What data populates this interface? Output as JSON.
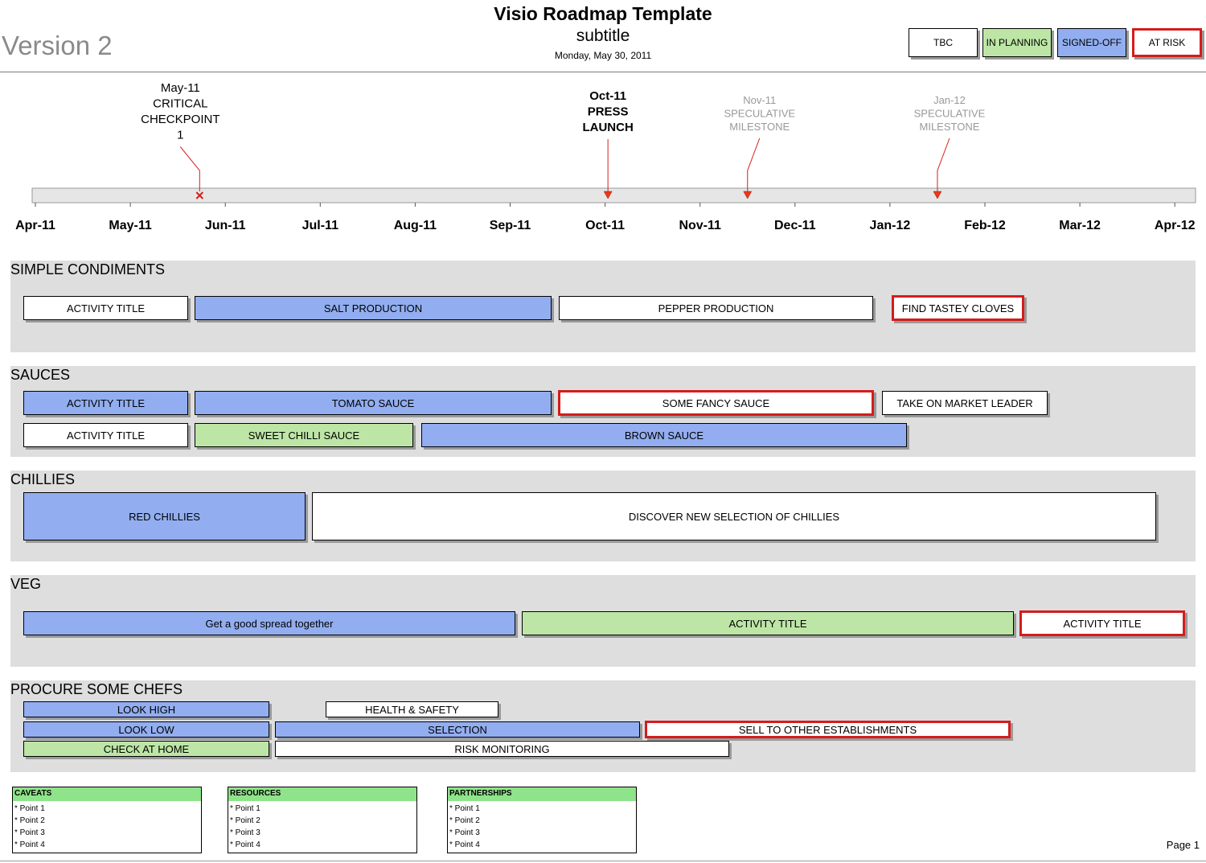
{
  "header": {
    "version": "Version 2",
    "title": "Visio Roadmap Template",
    "subtitle": "subtitle",
    "date": "Monday, May 30, 2011"
  },
  "legend": [
    {
      "label": "TBC",
      "style": "white",
      "color": "#ffffff"
    },
    {
      "label": "IN PLANNING",
      "style": "green",
      "color": "#bde6a6"
    },
    {
      "label": "SIGNED-OFF",
      "style": "blue",
      "color": "#92aef0"
    },
    {
      "label": "AT RISK",
      "style": "risk",
      "color": "#d41c1c"
    }
  ],
  "timeline": {
    "months": [
      "Apr-11",
      "May-11",
      "Jun-11",
      "Jul-11",
      "Aug-11",
      "Sep-11",
      "Oct-11",
      "Nov-11",
      "Dec-11",
      "Jan-12",
      "Feb-12",
      "Mar-12",
      "Apr-12"
    ],
    "milestones": [
      {
        "lines": [
          "May-11",
          "CRITICAL",
          "CHECKPOINT",
          "1"
        ],
        "style": "critical",
        "marker": "x-icon",
        "month_pos": 1.73
      },
      {
        "lines": [
          "Oct-11",
          "PRESS",
          "LAUNCH"
        ],
        "style": "key",
        "marker": "triangle-icon",
        "month_pos": 6.03
      },
      {
        "lines": [
          "Nov-11",
          "SPECULATIVE",
          "MILESTONE"
        ],
        "style": "speculative",
        "marker": "triangle-icon",
        "month_pos": 7.5
      },
      {
        "lines": [
          "Jan-12",
          "SPECULATIVE",
          "MILESTONE"
        ],
        "style": "speculative",
        "marker": "triangle-icon",
        "month_pos": 9.5
      }
    ]
  },
  "sections": [
    {
      "title": "SIMPLE CONDIMENTS",
      "activities": [
        {
          "label": "ACTIVITY TITLE",
          "status": "white"
        },
        {
          "label": "SALT PRODUCTION",
          "status": "blue"
        },
        {
          "label": "PEPPER PRODUCTION",
          "status": "white"
        },
        {
          "label": "FIND TASTEY CLOVES",
          "status": "risk"
        }
      ]
    },
    {
      "title": "SAUCES",
      "activities": [
        {
          "label": "ACTIVITY TITLE",
          "status": "blue"
        },
        {
          "label": "TOMATO SAUCE",
          "status": "blue"
        },
        {
          "label": "SOME FANCY SAUCE",
          "status": "risk"
        },
        {
          "label": "TAKE ON MARKET LEADER",
          "status": "white"
        },
        {
          "label": "ACTIVITY TITLE",
          "status": "white"
        },
        {
          "label": "SWEET CHILLI SAUCE",
          "status": "green"
        },
        {
          "label": "BROWN SAUCE",
          "status": "blue"
        }
      ]
    },
    {
      "title": "CHILLIES",
      "activities": [
        {
          "label": "RED CHILLIES",
          "status": "blue"
        },
        {
          "label": "DISCOVER NEW SELECTION OF CHILLIES",
          "status": "white"
        }
      ]
    },
    {
      "title": "VEG",
      "activities": [
        {
          "label": "Get a good spread together",
          "status": "blue"
        },
        {
          "label": "ACTIVITY TITLE",
          "status": "green"
        },
        {
          "label": "ACTIVITY TITLE",
          "status": "risk"
        }
      ]
    },
    {
      "title": "PROCURE SOME CHEFS",
      "activities": [
        {
          "label": "LOOK HIGH",
          "status": "blue"
        },
        {
          "label": "HEALTH & SAFETY",
          "status": "white"
        },
        {
          "label": "LOOK LOW",
          "status": "blue"
        },
        {
          "label": "SELECTION",
          "status": "blue"
        },
        {
          "label": "SELL TO OTHER ESTABLISHMENTS",
          "status": "risk"
        },
        {
          "label": "CHECK AT HOME",
          "status": "green"
        },
        {
          "label": "RISK MONITORING",
          "status": "white"
        }
      ]
    }
  ],
  "notes": [
    {
      "title": "CAVEATS",
      "items": [
        "* Point 1",
        "* Point 2",
        "* Point 3",
        "* Point 4"
      ]
    },
    {
      "title": "RESOURCES",
      "items": [
        "* Point 1",
        "* Point 2",
        "* Point 3",
        "* Point 4"
      ]
    },
    {
      "title": "PARTNERSHIPS",
      "items": [
        "* Point 1",
        "* Point 2",
        "* Point 3",
        "* Point 4"
      ]
    }
  ],
  "footer": {
    "page": "Page 1"
  }
}
